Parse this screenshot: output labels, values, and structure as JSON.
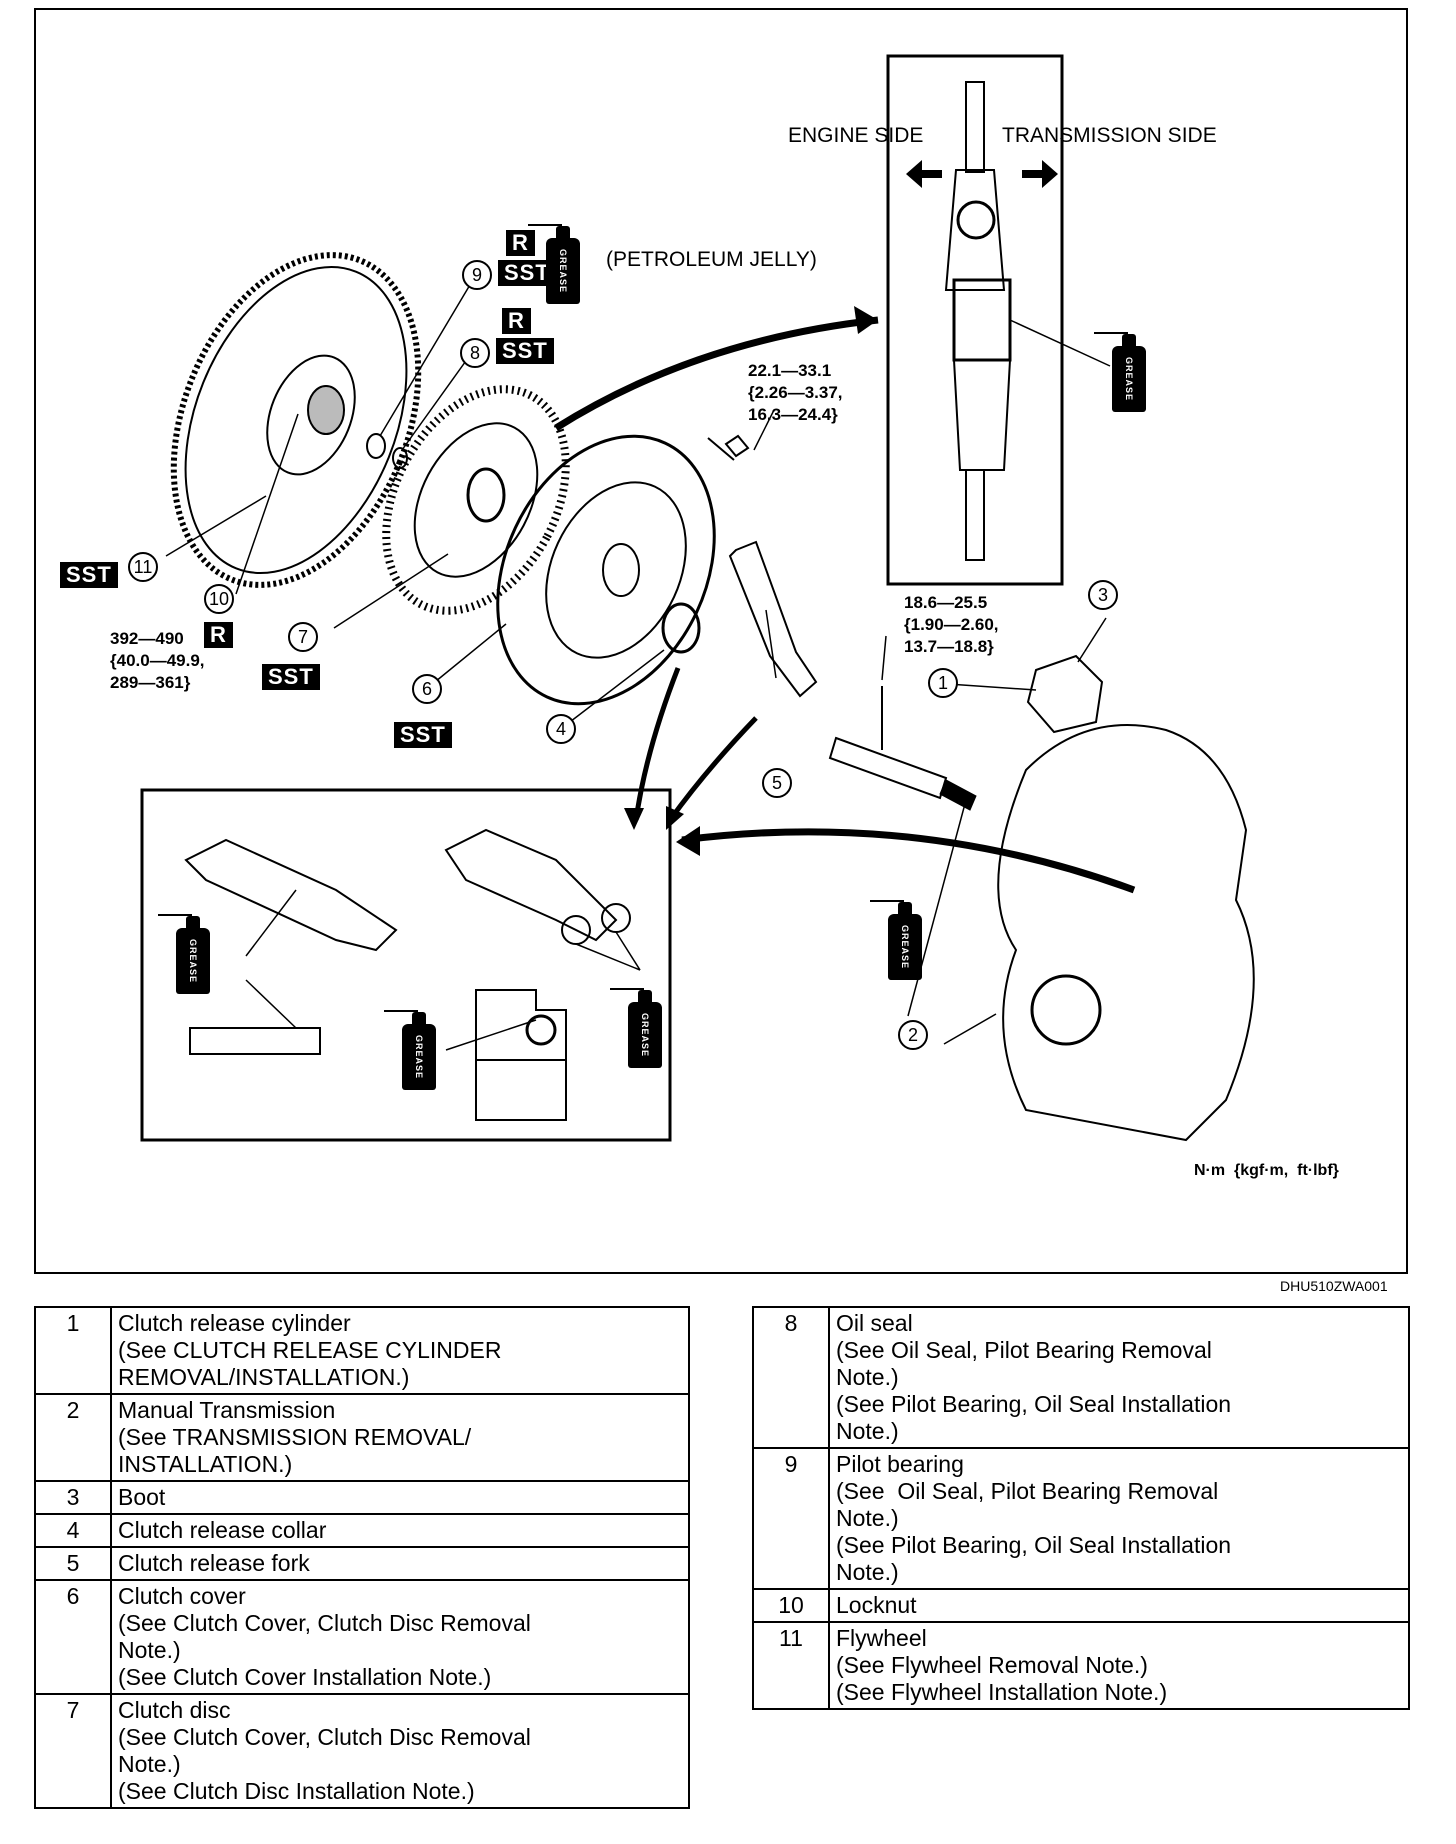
{
  "figure": {
    "engine_side": "ENGINE SIDE",
    "transmission_side": "TRANSMISSION SIDE",
    "petroleum_jelly": "(PETROLEUM JELLY)",
    "grease_label": "GREASE",
    "tag_r": "R",
    "tag_sst": "SST",
    "torque_bolt": "22.1—33.1\n{2.26—3.37,\n16.3—24.4}",
    "torque_cylinder": "18.6—25.5\n{1.90—2.60,\n13.7—18.8}",
    "torque_locknut_1": "392—490",
    "torque_locknut_2": "{40.0—49.9,\n289—361}",
    "units": "N·m  {kgf·m,  ft·lbf}",
    "callouts": [
      "1",
      "2",
      "3",
      "4",
      "5",
      "6",
      "7",
      "8",
      "9",
      "10",
      "11"
    ]
  },
  "part_code": "DHU510ZWA001",
  "parts_left": [
    {
      "no": "1",
      "name": "Clutch release cylinder\n(See CLUTCH RELEASE CYLINDER\nREMOVAL/INSTALLATION.)"
    },
    {
      "no": "2",
      "name": "Manual Transmission\n(See TRANSMISSION REMOVAL/\nINSTALLATION.)"
    },
    {
      "no": "3",
      "name": "Boot"
    },
    {
      "no": "4",
      "name": "Clutch release collar"
    },
    {
      "no": "5",
      "name": "Clutch release fork"
    },
    {
      "no": "6",
      "name": "Clutch cover\n(See Clutch Cover, Clutch Disc Removal\nNote.)\n(See Clutch Cover Installation Note.)"
    },
    {
      "no": "7",
      "name": "Clutch disc\n(See Clutch Cover, Clutch Disc Removal\nNote.)\n(See Clutch Disc Installation Note.)"
    }
  ],
  "parts_right": [
    {
      "no": "8",
      "name": "Oil seal\n(See Oil Seal, Pilot Bearing Removal\nNote.)\n(See Pilot Bearing, Oil Seal Installation\nNote.)"
    },
    {
      "no": "9",
      "name": "Pilot bearing\n(See  Oil Seal, Pilot Bearing Removal\nNote.)\n(See Pilot Bearing, Oil Seal Installation\nNote.)"
    },
    {
      "no": "10",
      "name": "Locknut"
    },
    {
      "no": "11",
      "name": "Flywheel\n(See Flywheel Removal Note.)\n(See Flywheel Installation Note.)"
    }
  ]
}
